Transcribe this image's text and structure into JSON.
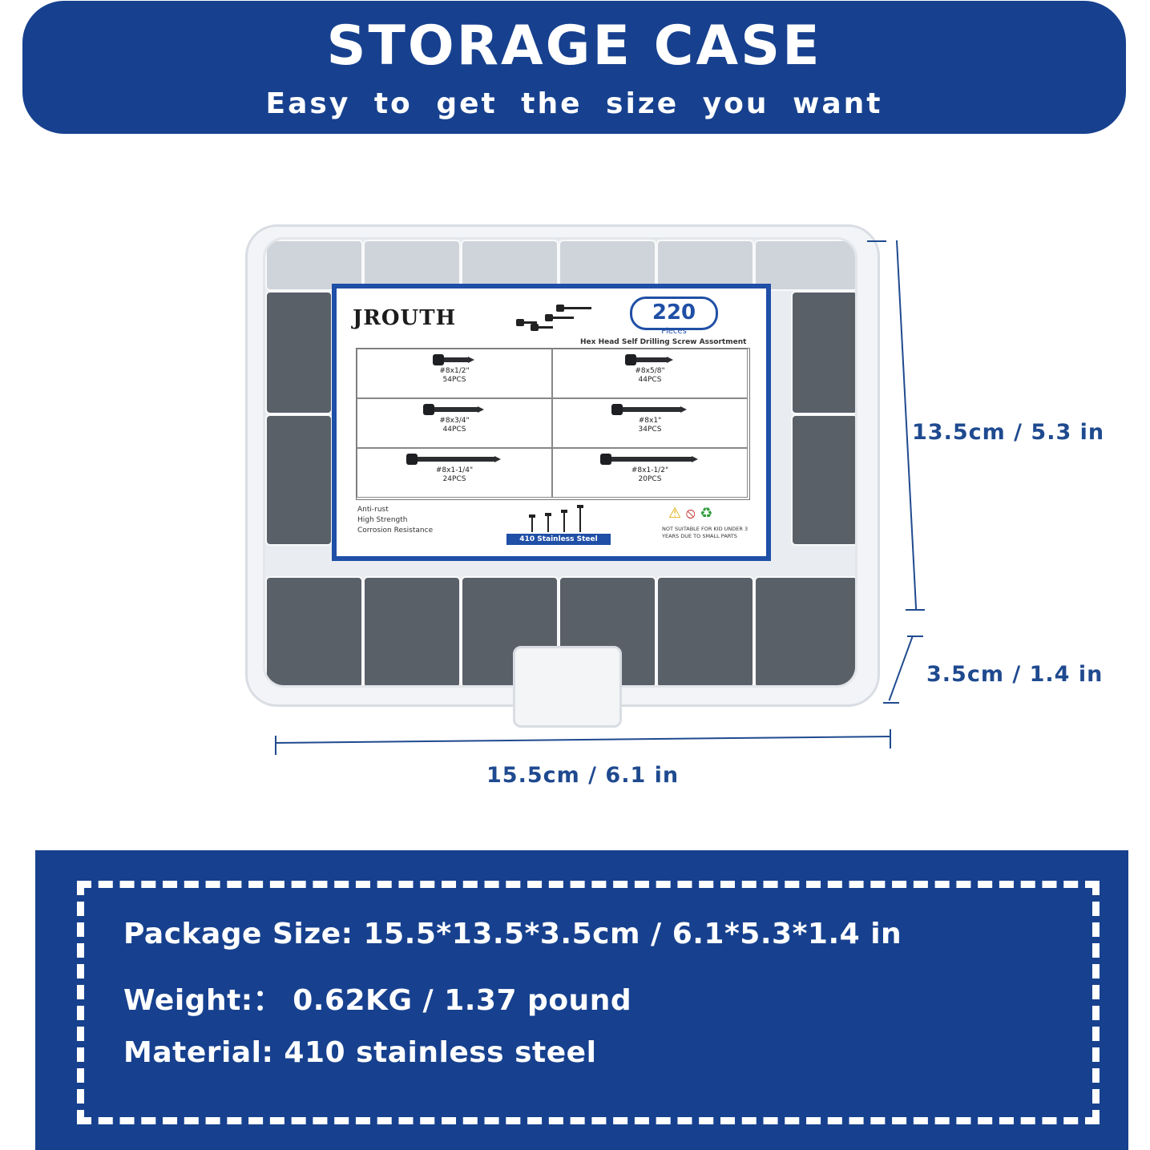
{
  "header": {
    "title": "STORAGE CASE",
    "subtitle": "Easy to get the size you want"
  },
  "product_label": {
    "brand": "JROUTH",
    "pieces_count": "220",
    "pieces_word": "Pieces",
    "subtitle": "Hex Head Self Drilling Screw Assortment",
    "sizes": [
      {
        "size": "#8x1/2\"",
        "qty": "54PCS"
      },
      {
        "size": "#8x5/8\"",
        "qty": "44PCS"
      },
      {
        "size": "#8x3/4\"",
        "qty": "44PCS"
      },
      {
        "size": "#8x1\"",
        "qty": "34PCS"
      },
      {
        "size": "#8x1-1/4\"",
        "qty": "24PCS"
      },
      {
        "size": "#8x1-1/2\"",
        "qty": "20PCS"
      }
    ],
    "features": [
      "Anti-rust",
      "High Strength",
      "Corrosion Resistance"
    ],
    "material_badge": "410 Stainless Steel",
    "warning": "NOT SUITABLE FOR KID UNDER 3 YEARS DUE TO SMALL PARTS",
    "icons": [
      "warning-icon",
      "no-children-icon",
      "recycle-icon"
    ]
  },
  "dimensions": {
    "height": "13.5cm / 5.3 in",
    "depth": "3.5cm / 1.4 in",
    "width": "15.5cm / 6.1 in"
  },
  "specs": {
    "package_size": "Package Size: 15.5*13.5*3.5cm /  6.1*5.3*1.4 in",
    "weight": "Weight:： 0.62KG / 1.37 pound",
    "material": "Material: 410 stainless steel"
  },
  "colors": {
    "brand_blue": "#17418f",
    "dimension_blue": "#1f4a8f"
  }
}
